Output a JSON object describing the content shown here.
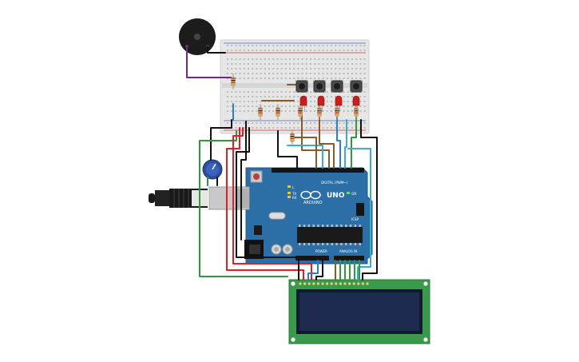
{
  "arduino": {
    "logo_text": "ARDUINO",
    "model": "UNO",
    "digital_header": "DIGITAL (PWM~)",
    "power_header": "POWER",
    "analog_header": "ANALOG IN",
    "tx_label": "TX",
    "rx_label": "RX",
    "l_label": "L",
    "on_label": "ON",
    "icsp_label": "ICSP"
  },
  "components": {
    "buzzer": "piezo buzzer",
    "potentiometer": "potentiometer",
    "lcd": "16x2 LCD",
    "buttons_count": 4,
    "leds_count": 4
  },
  "colors": {
    "board": "#2b6fa6",
    "breadboard": "#e7e7e7",
    "lcd_pcb": "#3a9a4b",
    "lcd_screen": "#1e2b4f",
    "led": "#c81e1e",
    "wire_black": "#222222",
    "wire_red": "#e02020",
    "wire_green": "#2e9a3a",
    "wire_blue": "#2a80c8",
    "wire_brown": "#8a5a2b",
    "wire_purple": "#6a2c8a",
    "wire_cyan": "#38b0c8"
  }
}
